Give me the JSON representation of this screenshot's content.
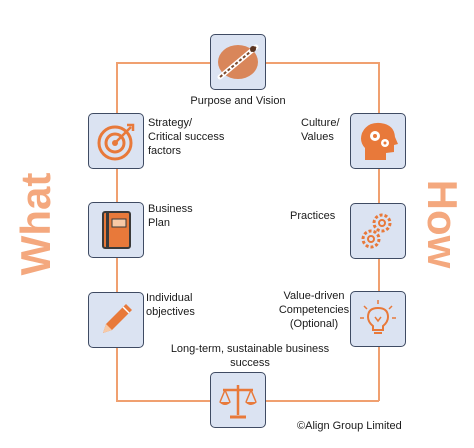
{
  "side_labels": {
    "left": "What",
    "right": "How"
  },
  "nodes": {
    "purpose": "Purpose and Vision",
    "strategy": [
      "Strategy/",
      "Critical success",
      "factors"
    ],
    "business_plan": [
      "Business",
      "Plan"
    ],
    "individual": [
      "Individual",
      "objectives"
    ],
    "long_term": [
      "Long-term,  sustainable business",
      "success"
    ],
    "culture": [
      "Culture/",
      "Values"
    ],
    "practices": "Practices",
    "competencies": [
      "Value-driven",
      "Competencies",
      "(Optional)"
    ]
  },
  "copyright": "©Align Group Limited",
  "colors": {
    "accent": "#f0a070",
    "box_fill": "#dbe3f2",
    "box_border": "#3f4b63",
    "side_label": "#f4a87e",
    "icon_orange": "#e8793a"
  },
  "icons": {
    "purpose": "dart-sign-icon",
    "strategy": "target-icon",
    "business_plan": "book-icon",
    "individual": "pencil-icon",
    "long_term": "scales-icon",
    "culture": "head-gears-icon",
    "practices": "gears-icon",
    "competencies": "lightbulb-icon"
  }
}
